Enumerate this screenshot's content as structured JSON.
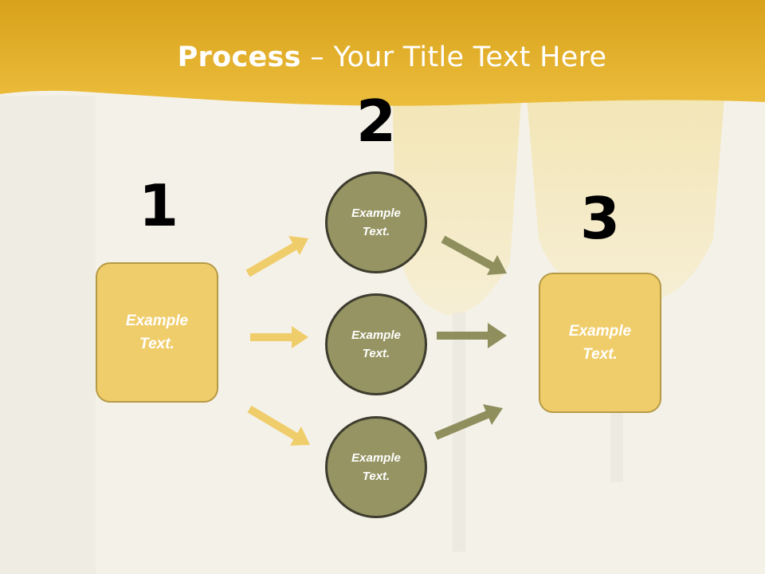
{
  "title": {
    "bold": "Process",
    "rest": " – Your Title Text Here"
  },
  "steps": [
    {
      "number": "1",
      "text": "Example Text."
    },
    {
      "number": "2",
      "circles": [
        "Example Text.",
        "Example Text.",
        "Example Text."
      ]
    },
    {
      "number": "3",
      "text": "Example Text."
    }
  ],
  "colors": {
    "header_gold": "#e0ad20",
    "box_fill": "#f0cd6b",
    "circle_fill": "#959462",
    "arrow_gold": "#f0cd6b",
    "arrow_olive": "#8f8f5e"
  }
}
